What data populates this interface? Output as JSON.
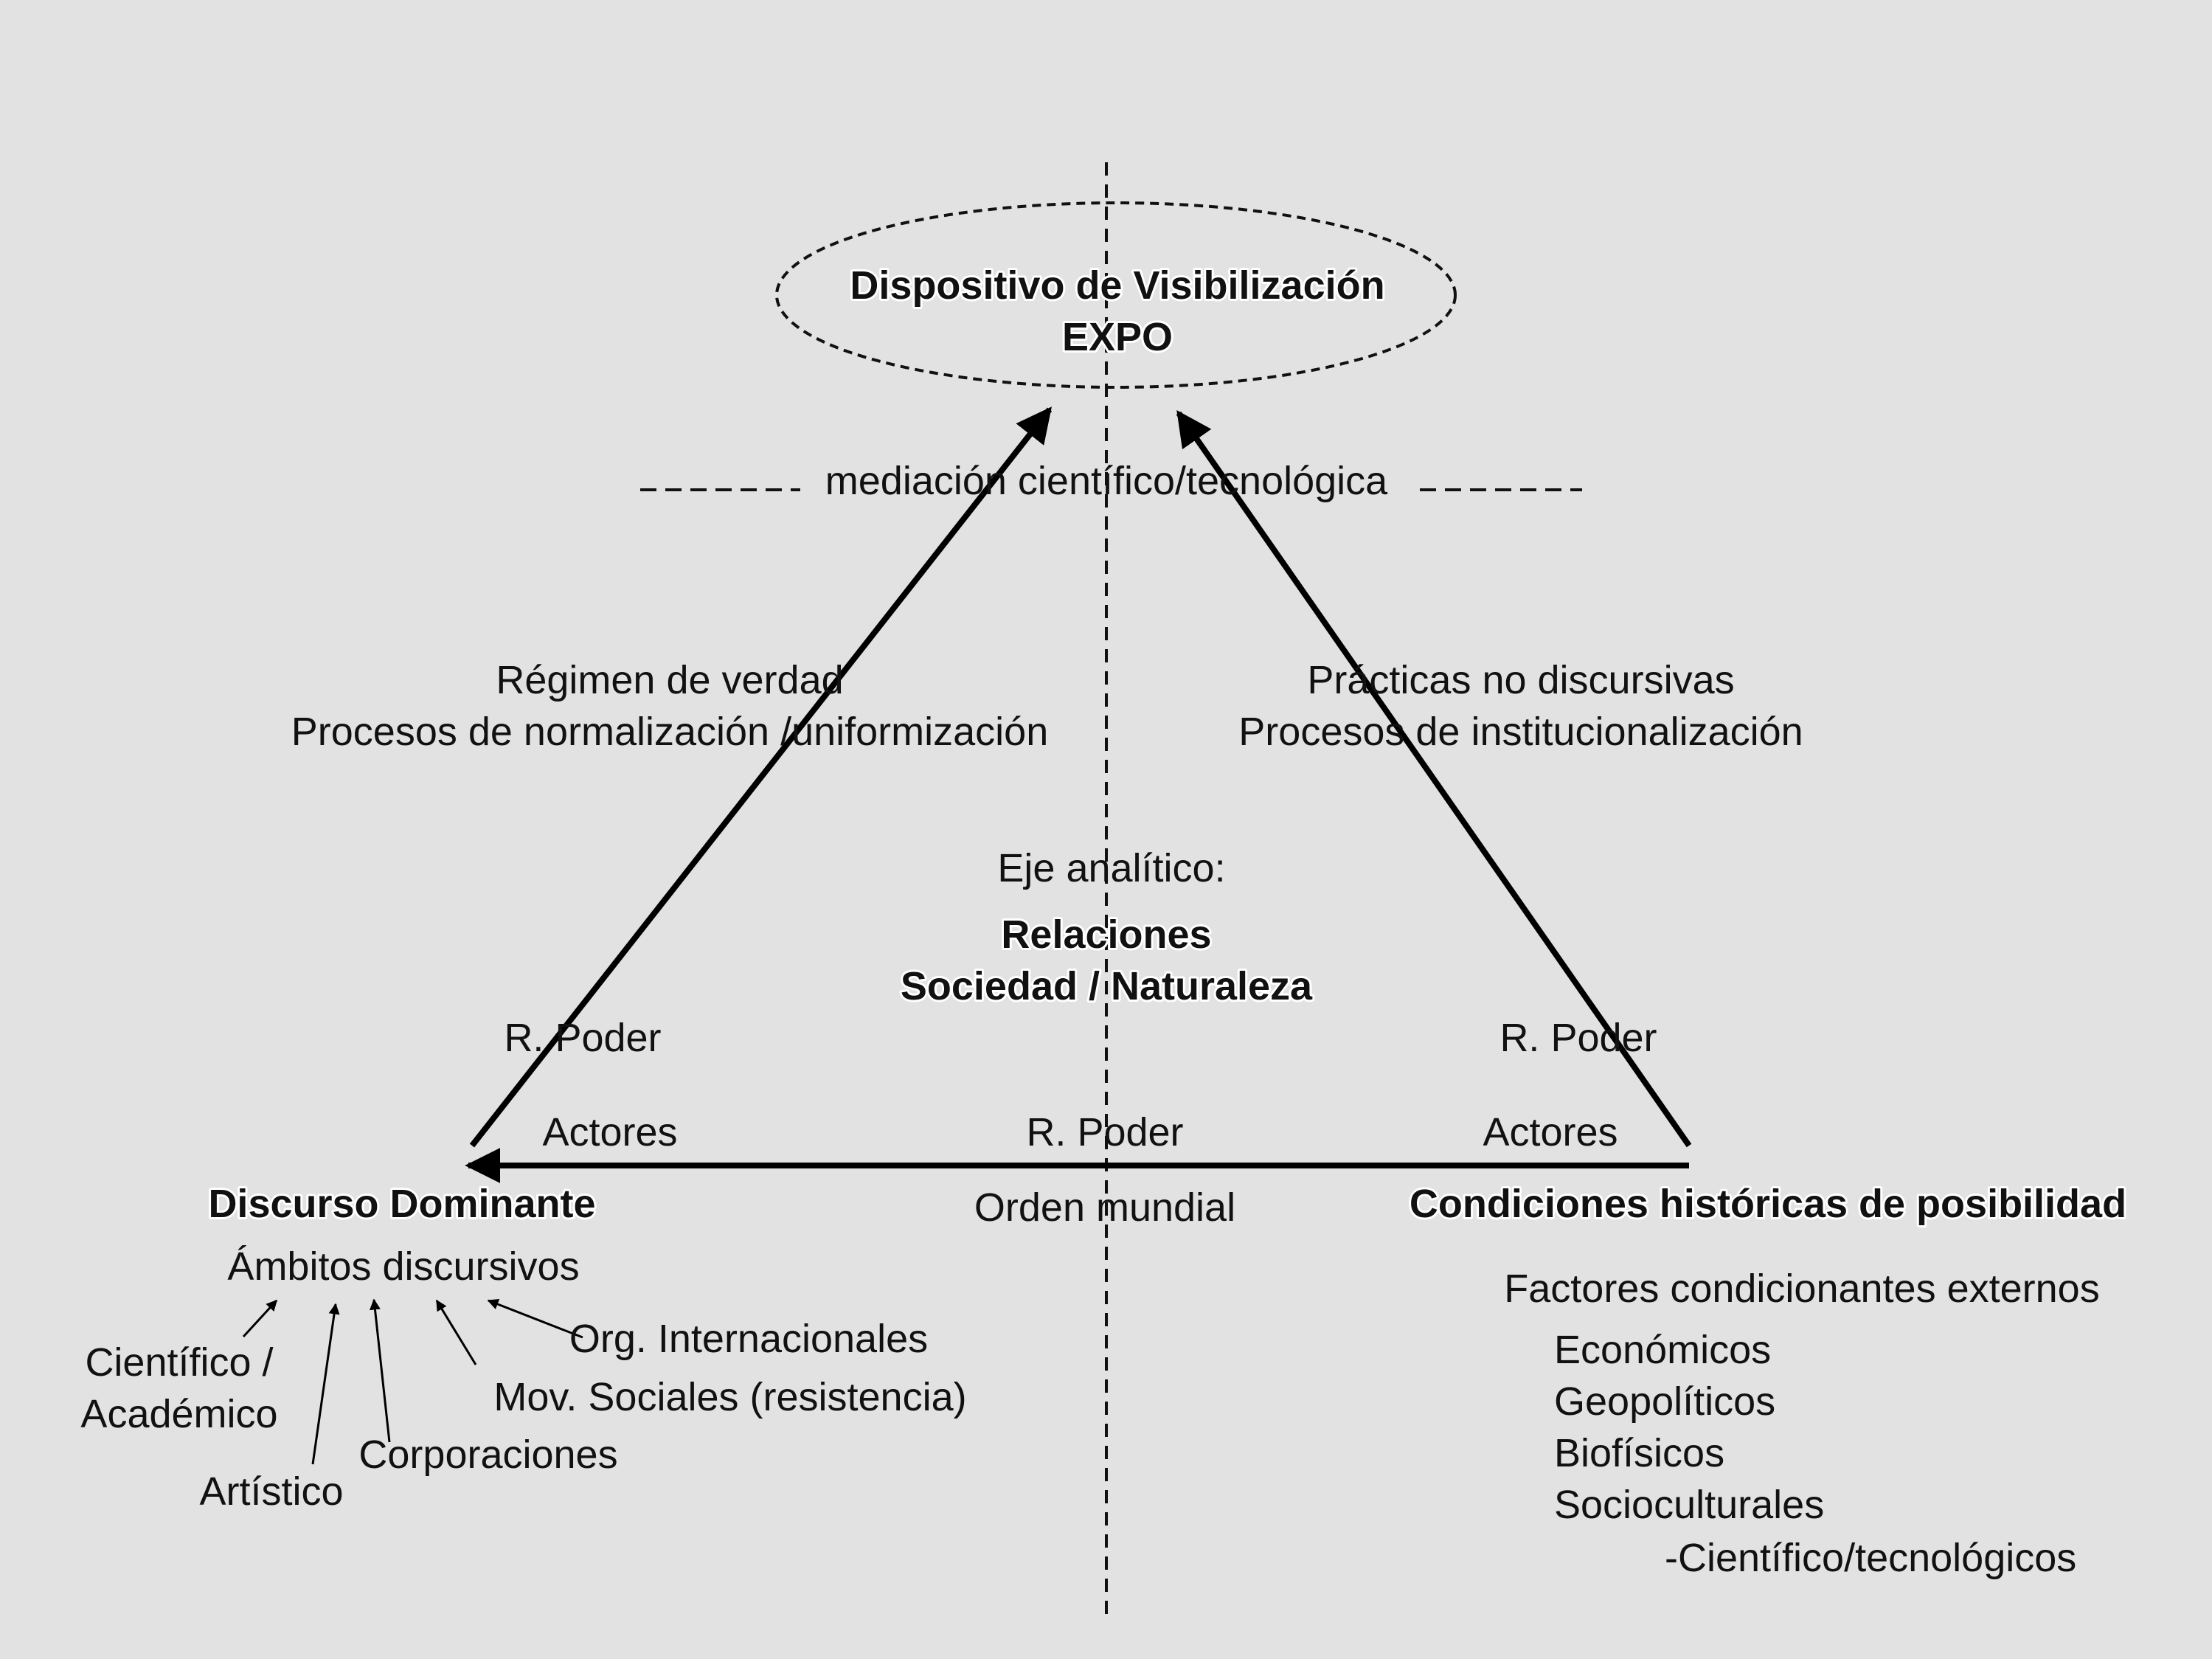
{
  "top": {
    "title_line1": "Dispositivo de Visibilización",
    "title_line2": "EXPO"
  },
  "mediation": "mediación científico/tecnológica",
  "left_side": {
    "line1": "Régimen de verdad",
    "line2": "Procesos de normalización /uniformización",
    "power": "R. Poder",
    "actors": "Actores"
  },
  "right_side": {
    "line1": "Prácticas no discursivas",
    "line2": "Procesos de institucionalización",
    "power": "R. Poder",
    "actors": "Actores"
  },
  "center": {
    "axis_label": "Eje analítico:",
    "relations_line1": "Relaciones",
    "relations_line2": "Sociedad / Naturaleza"
  },
  "bottom_edge": {
    "power": "R. Poder",
    "order": "Orden mundial"
  },
  "left_node": {
    "title": "Discurso Dominante",
    "subtitle": "Ámbitos discursivos",
    "items": [
      {
        "line1": "Científico /",
        "line2": "Académico"
      },
      {
        "line1": "Artístico"
      },
      {
        "line1": "Corporaciones"
      },
      {
        "line1": "Mov. Sociales (resistencia)"
      },
      {
        "line1": "Org. Internacionales"
      }
    ]
  },
  "right_node": {
    "title": "Condiciones históricas de posibilidad",
    "subtitle": "Factores condicionantes externos",
    "factors": [
      "Económicos",
      "Geopolíticos",
      "Biofísicos",
      "Socioculturales",
      "-Científico/tecnológicos"
    ]
  }
}
